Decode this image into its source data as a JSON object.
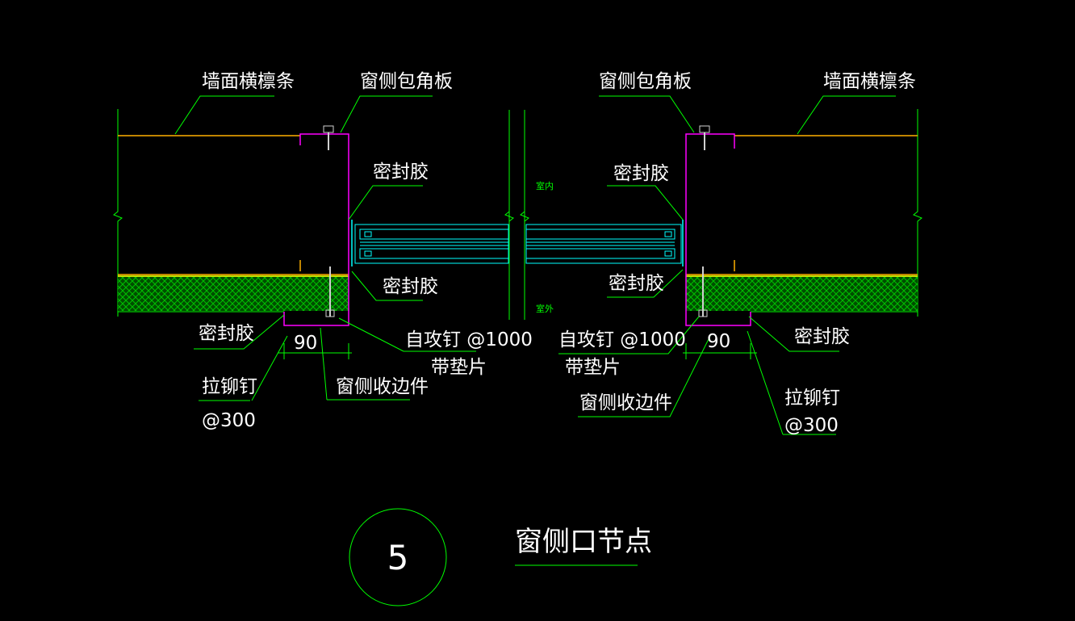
{
  "drawing": {
    "detail_number": "5",
    "title": "窗侧口节点",
    "colors": {
      "background": "#000000",
      "structure_line": "#00ff00",
      "leader_line": "#00ff00",
      "text": "#ffffff",
      "purlin": "#ffb000",
      "flashing": "#ff00ff",
      "window_frame": "#00ffff",
      "insulation_fill": "#00a000",
      "insulation_edge": "#ffff00",
      "fastener": "#d0d0d0"
    },
    "left": {
      "purlin": "墙面横檩条",
      "corner_flashing": "窗侧包角板",
      "sealant_top": "密封胶",
      "sealant_mid": "密封胶",
      "sealant_bottom": "密封胶",
      "rivet_line1": "拉铆钉",
      "rivet_line2": "@300",
      "dim_90": "90",
      "edge_trim": "窗侧收边件",
      "screw_line1": "自攻钉 @1000",
      "screw_line2": "带垫片"
    },
    "right": {
      "purlin": "墙面横檩条",
      "corner_flashing": "窗侧包角板",
      "sealant_top": "密封胶",
      "sealant_mid": "密封胶",
      "sealant_bottom": "密封胶",
      "rivet_line1": "拉铆钉",
      "rivet_line2": "@300",
      "dim_90": "90",
      "edge_trim": "窗侧收边件",
      "screw_line1": "自攻钉 @1000",
      "screw_line2": "带垫片"
    },
    "indoor": "室内",
    "outdoor": "室外"
  }
}
